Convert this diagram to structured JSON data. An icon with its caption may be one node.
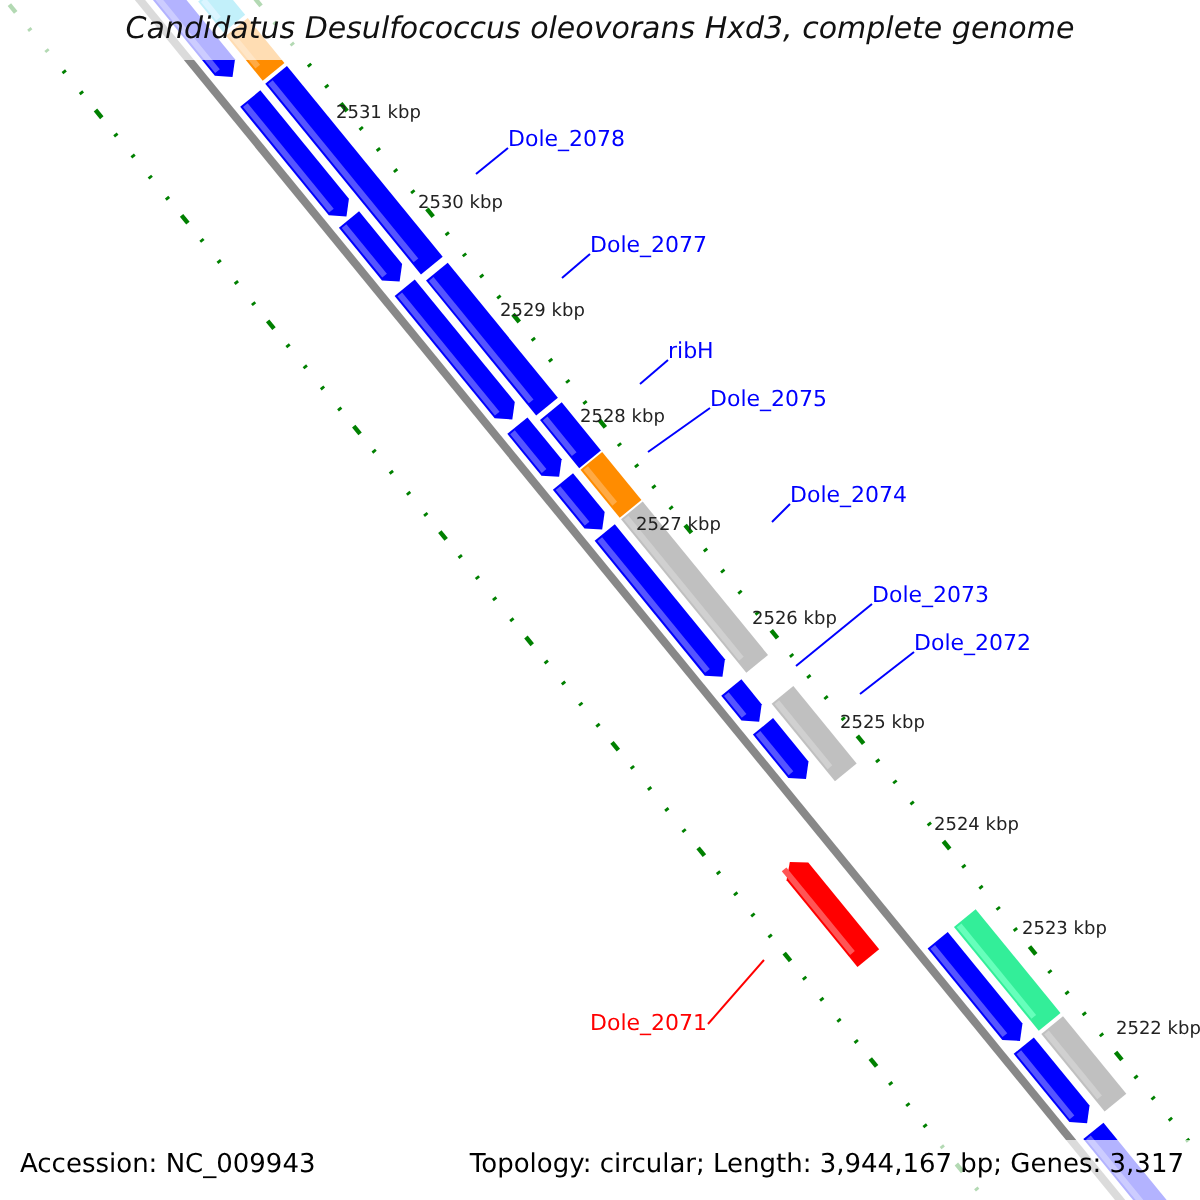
{
  "diagram": {
    "title": "Candidatus Desulfococcus oleovorans Hxd3, complete genome",
    "nodes": [
      {
        "text": [
          "Dole_2078"
        ]
      },
      {
        "text": [
          "Dole_2077"
        ]
      },
      {
        "text": [
          "ribH"
        ]
      },
      {
        "text": [
          "Dole_2075"
        ]
      },
      {
        "text": [
          "Dole_2074"
        ]
      },
      {
        "text": [
          "Dole_2073"
        ]
      },
      {
        "text": [
          "Dole_2072"
        ]
      },
      {
        "text": [
          "Dole_2071"
        ]
      }
    ],
    "edges": [
      {
        "from": 0,
        "to": null,
        "arrow": "none"
      },
      {
        "from": 1,
        "to": null,
        "arrow": "none"
      },
      {
        "from": 2,
        "to": null,
        "arrow": "none"
      },
      {
        "from": 3,
        "to": null,
        "arrow": "none"
      },
      {
        "from": 4,
        "to": null,
        "arrow": "none"
      },
      {
        "from": 5,
        "to": null,
        "arrow": "none"
      },
      {
        "from": 6,
        "to": null,
        "arrow": "none"
      },
      {
        "from": 7,
        "to": null,
        "arrow": "none",
        "color": "#ff0000"
      }
    ],
    "labels": [
      "2531 kbp",
      "2530 kbp",
      "2529 kbp",
      "2528 kbp",
      "2527 kbp",
      "2526 kbp",
      "2525 kbp",
      "2524 kbp",
      "2523 kbp",
      "2522 kbp",
      "Accession: NC_009943",
      "Topology: circular; Length: 3,944,167 bp; Genes: 3,317"
    ]
  }
}
